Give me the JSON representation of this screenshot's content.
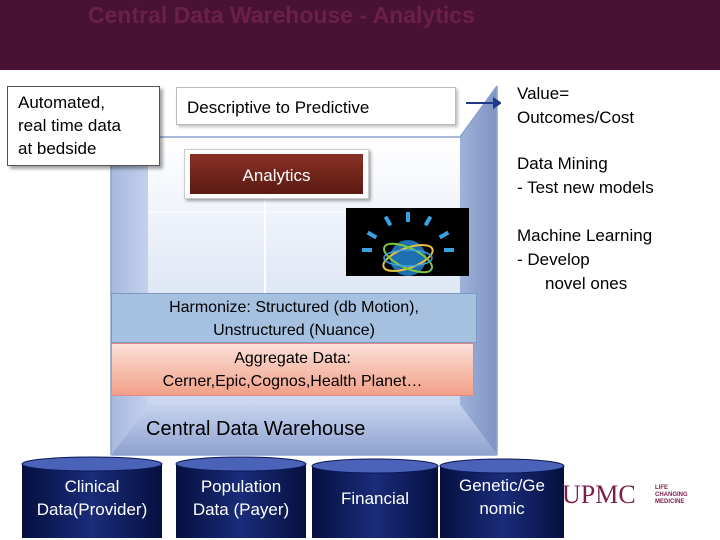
{
  "header": {
    "title": "Central Data Warehouse - Analytics"
  },
  "automated": {
    "lines": [
      "Automated,",
      "real time data",
      "at bedside"
    ]
  },
  "descriptive": {
    "label": "Descriptive to Predictive"
  },
  "analytics": {
    "label": "Analytics"
  },
  "right_panel": {
    "value": [
      "Value=",
      "Outcomes/Cost"
    ],
    "data_mining": [
      "Data Mining",
      "- Test new models"
    ],
    "machine_learning": [
      "Machine Learning",
      "- Develop",
      "novel ones"
    ]
  },
  "harmonize": {
    "lines": [
      "Harmonize:  Structured (db Motion),",
      "Unstructured (Nuance)"
    ]
  },
  "aggregate": {
    "lines": [
      "Aggregate Data:",
      "Cerner,Epic,Cognos,Health Planet…"
    ]
  },
  "warehouse": {
    "label": "Central Data Warehouse"
  },
  "sources": [
    {
      "lines": [
        "Clinical",
        "Data(Provider)"
      ]
    },
    {
      "lines": [
        "Population",
        "Data (Payer)"
      ]
    },
    {
      "lines": [
        "Financial"
      ]
    },
    {
      "lines": [
        "Genetic/Ge",
        "nomic"
      ]
    }
  ],
  "logo": {
    "name": "UPMC",
    "tagline": [
      "LIFE",
      "CHANGING",
      "MEDICINE"
    ]
  },
  "colors": {
    "header": "#4a1232",
    "cube_blue": "#b7c7e6",
    "cylinder_navy": "#0b1857",
    "analytics_red": "#7a2a1f",
    "brand": "#7a1f4a"
  }
}
